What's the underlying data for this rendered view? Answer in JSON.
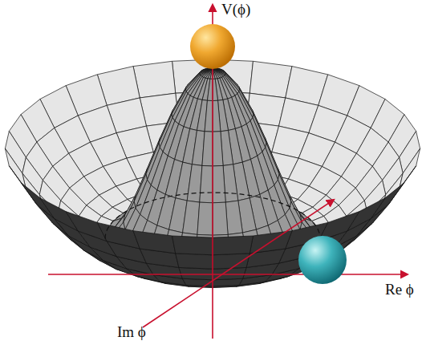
{
  "diagram": {
    "labels": [
      "V(ϕ)",
      "Re ϕ",
      "Im ϕ"
    ]
  }
}
